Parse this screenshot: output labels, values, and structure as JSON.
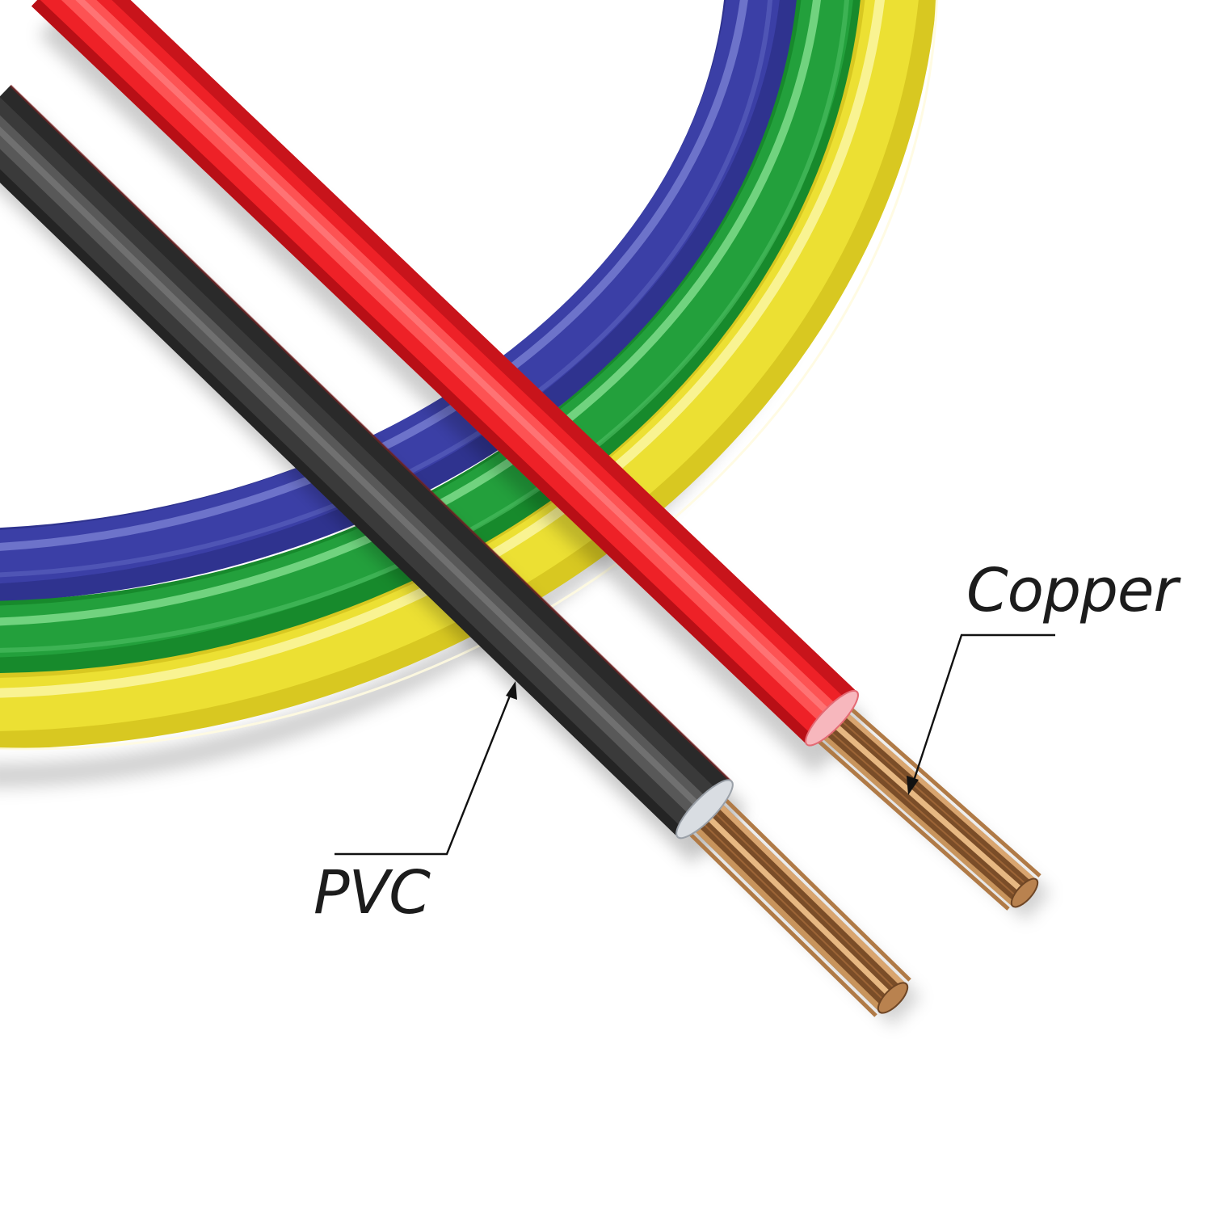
{
  "image": {
    "description": "Product illustration of insulated electrical wires",
    "background_color": "#ffffff"
  },
  "callouts": {
    "copper": {
      "label": "Copper",
      "points_to": "copper-conductor-strands"
    },
    "pvc": {
      "label": "PVC",
      "points_to": "pvc-insulation-jacket"
    }
  },
  "wires": {
    "coiled": [
      {
        "name": "blue-wire",
        "color": "#3b3fa6",
        "highlight": "#7f86d6"
      },
      {
        "name": "green-wire",
        "color": "#23a03c",
        "highlight": "#7fdc8a"
      },
      {
        "name": "yellow-wire",
        "color": "#ece033",
        "highlight": "#fbf6a3"
      }
    ],
    "straight": [
      {
        "name": "red-wire",
        "color": "#ee2127",
        "highlight": "#ff6a6a",
        "cap_color": "#f7b7bd"
      },
      {
        "name": "black-wire",
        "color": "#3a3a3a",
        "highlight": "#6b6b6b",
        "cap_color": "#d9dde2"
      }
    ],
    "conductor_color": "#c8945c",
    "conductor_highlight": "#e9b885",
    "conductor_shadow": "#6e4524"
  }
}
